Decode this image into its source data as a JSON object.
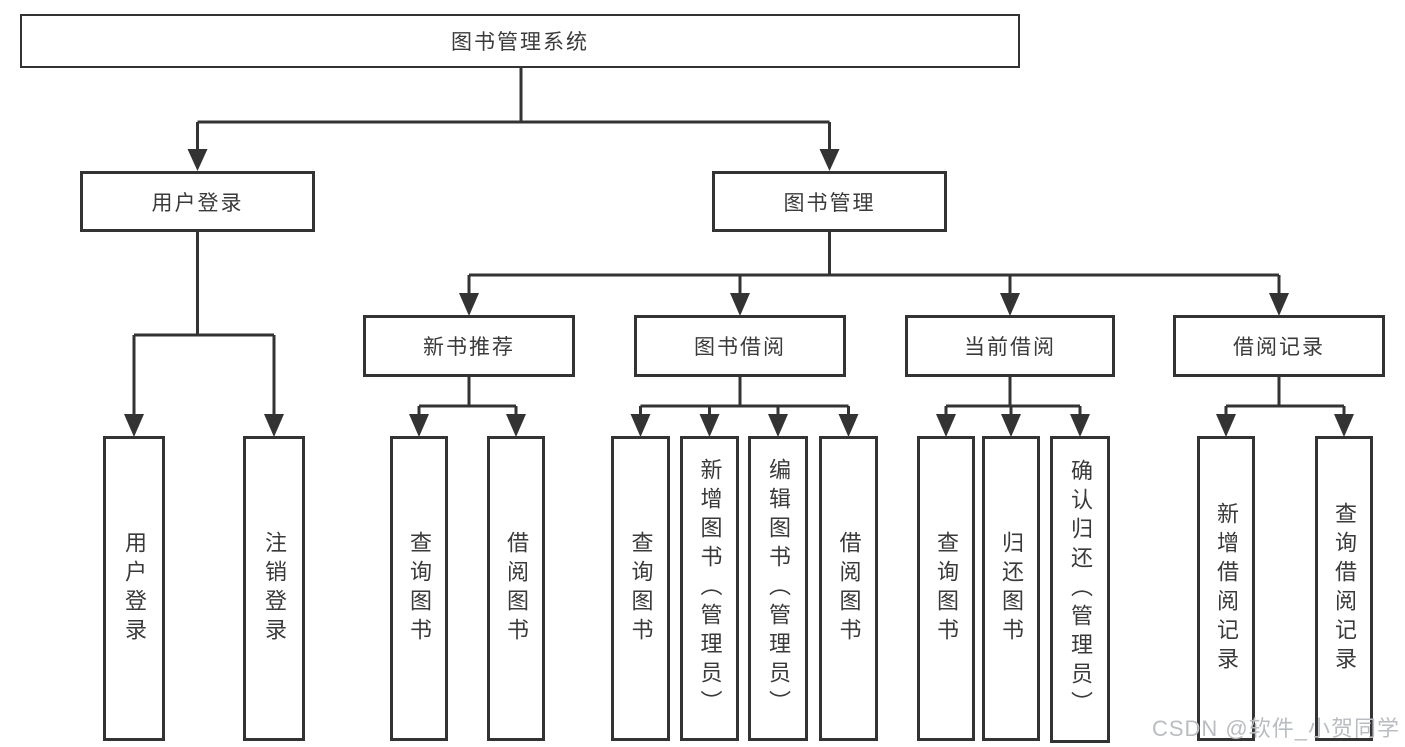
{
  "colors": {
    "line": "#333333",
    "text": "#3a3a3a",
    "watermark": "#b9bdc2",
    "background": "#ffffff"
  },
  "watermark": {
    "text": "CSDN @软件_小贺同学"
  },
  "tree": {
    "root": {
      "label": "图书管理系统"
    },
    "branches": [
      {
        "label": "用户登录",
        "children": [
          {
            "label": "用户登录"
          },
          {
            "label": "注销登录"
          }
        ]
      },
      {
        "label": "图书管理",
        "children": [
          {
            "label": "新书推荐",
            "children": [
              {
                "label": "查询图书"
              },
              {
                "label": "借阅图书"
              }
            ]
          },
          {
            "label": "图书借阅",
            "children": [
              {
                "label": "查询图书"
              },
              {
                "label": "新增图书（管理员）"
              },
              {
                "label": "编辑图书（管理员）"
              },
              {
                "label": "借阅图书"
              }
            ]
          },
          {
            "label": "当前借阅",
            "children": [
              {
                "label": "查询图书"
              },
              {
                "label": "归还图书"
              },
              {
                "label": "确认归还（管理员）"
              }
            ]
          },
          {
            "label": "借阅记录",
            "children": [
              {
                "label": "新增借阅记录"
              },
              {
                "label": "查询借阅记录"
              }
            ]
          }
        ]
      }
    ]
  }
}
